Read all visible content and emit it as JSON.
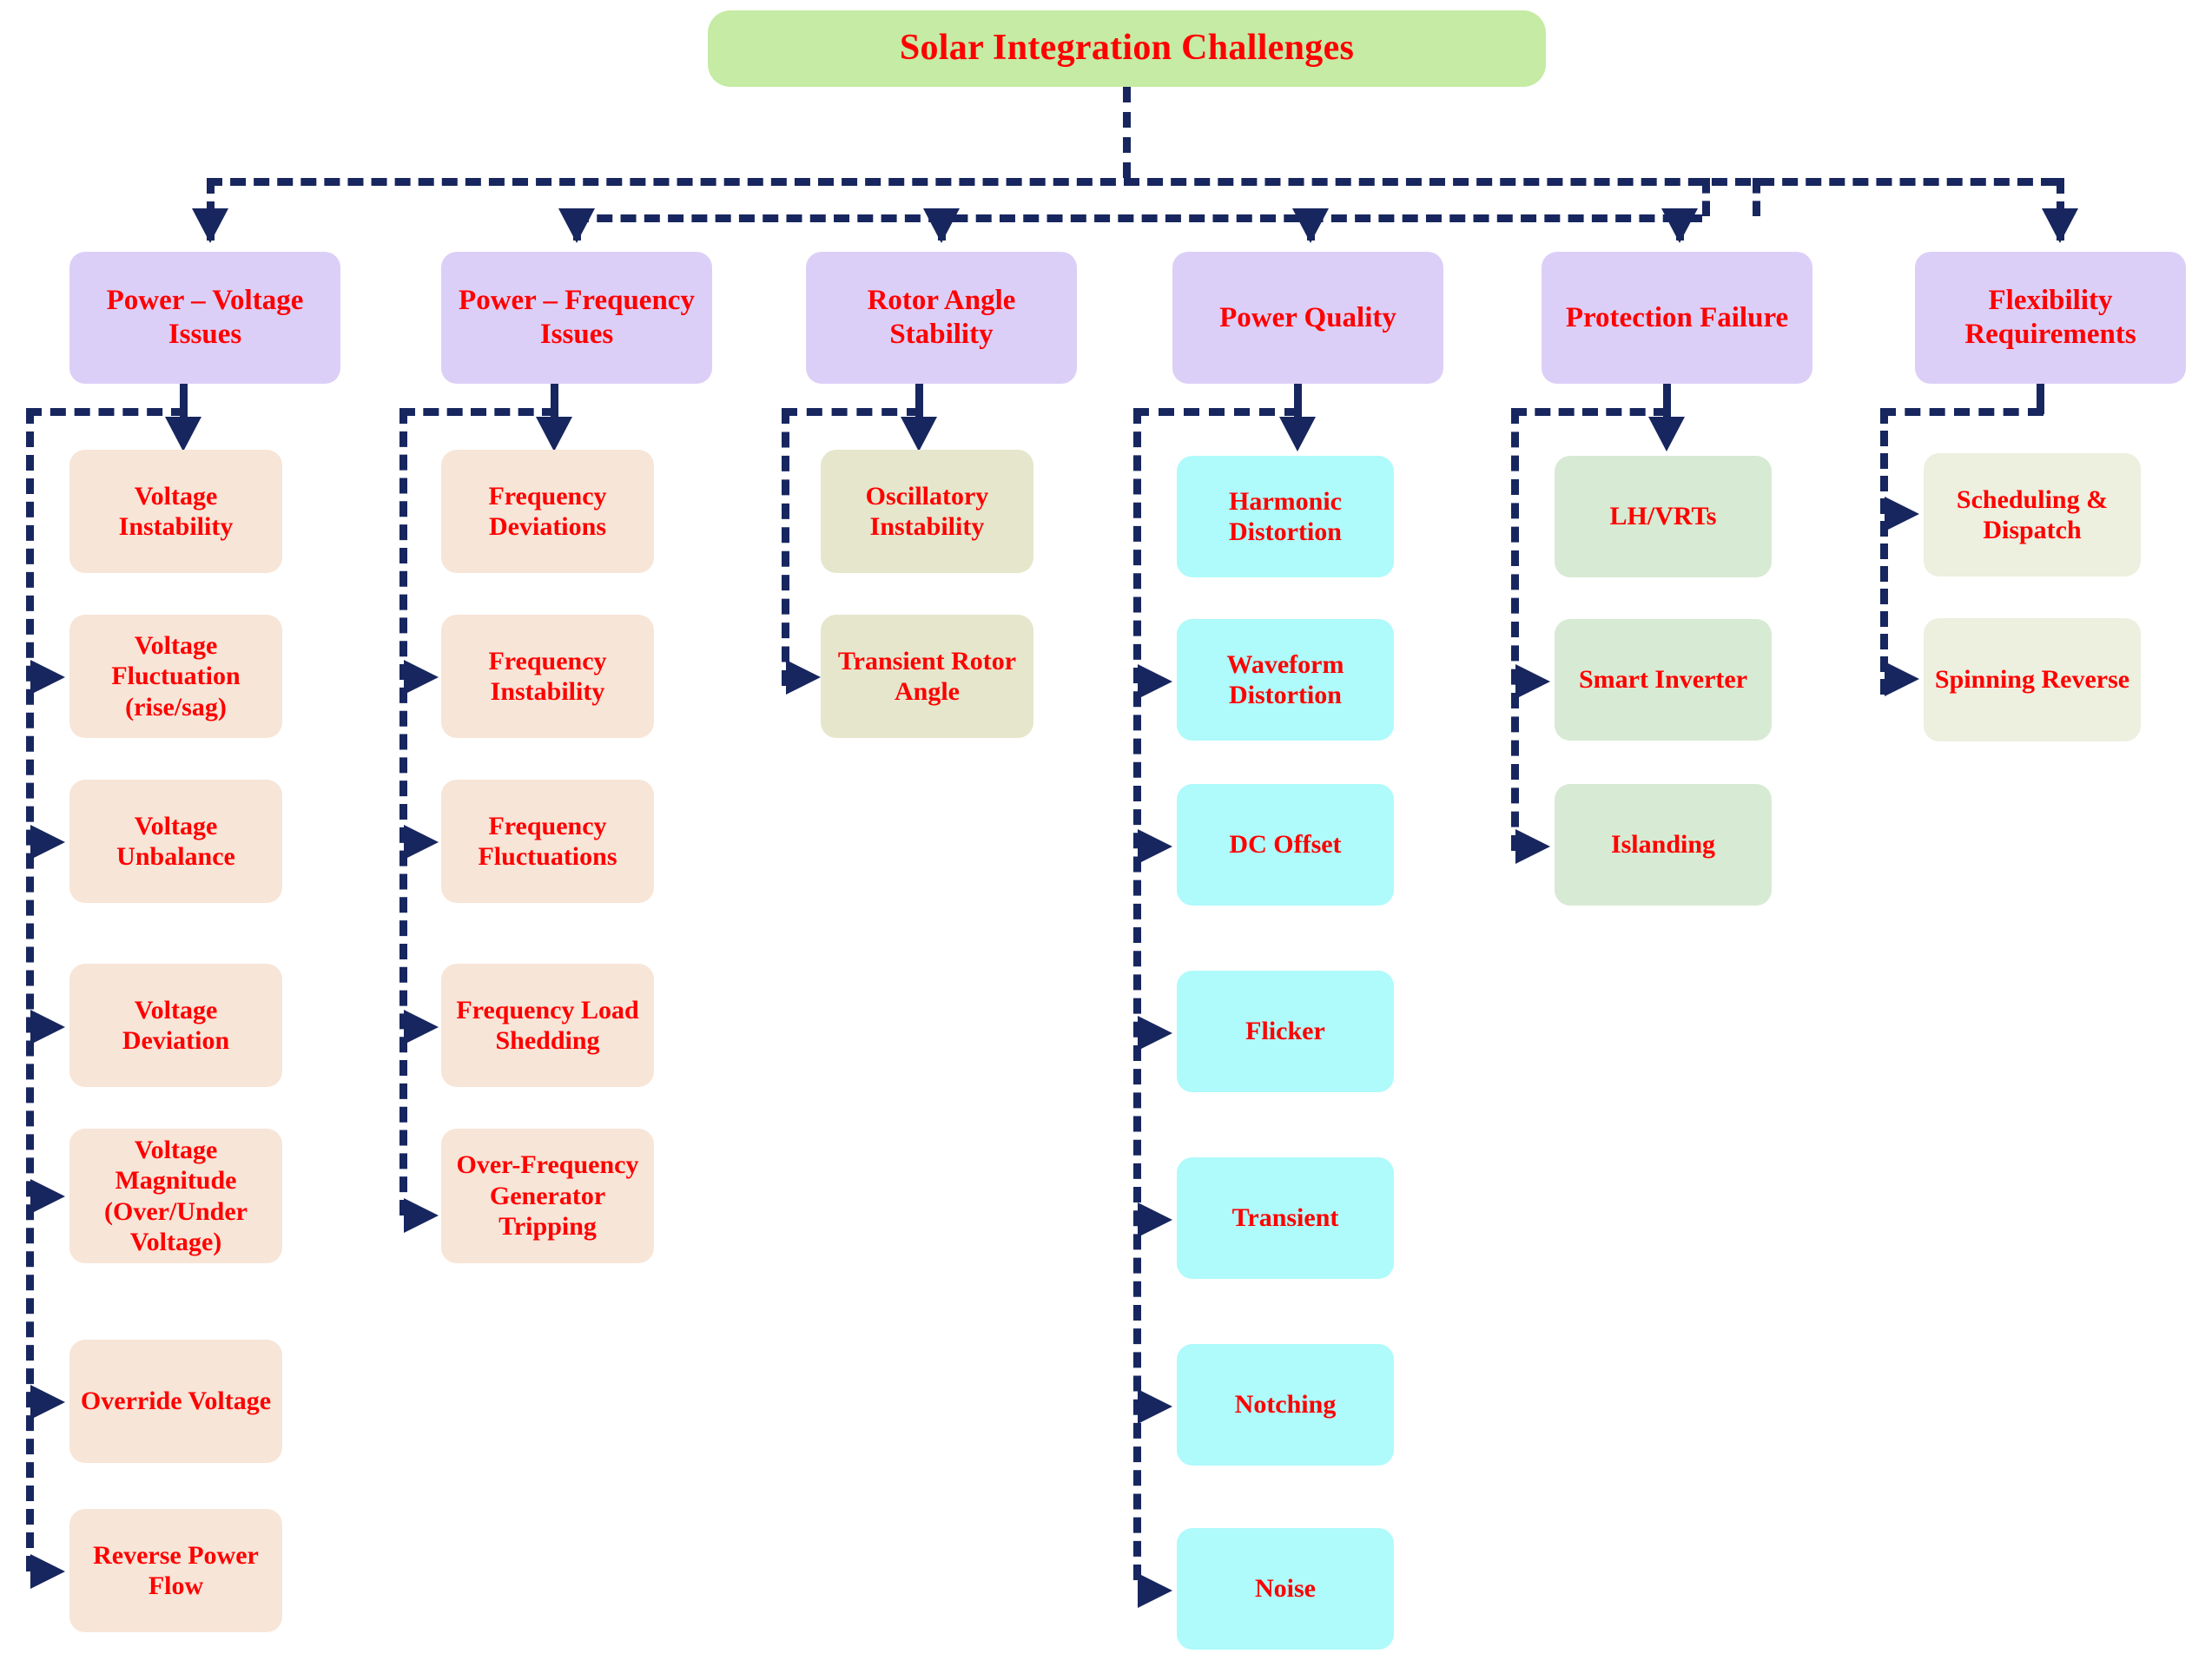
{
  "diagram": {
    "title": "Solar Integration Challenges",
    "type": "hierarchical tree / mind-map",
    "colors": {
      "root_fill": "#C5EBA4",
      "category_fill": "#DCCFF7",
      "text": "#FF0000",
      "connector": "#17265E",
      "leaf_voltage_fill": "#F7E5D7",
      "leaf_frequency_fill": "#F7E5D7",
      "leaf_rotor_fill": "#E6E6CC",
      "leaf_power_quality_fill": "#AFFAFA",
      "leaf_protection_fill": "#D7EAD3",
      "leaf_flexibility_fill": "#EDEFDF",
      "background": "#FFFFFF"
    },
    "root": {
      "label": "Solar Integration Challenges"
    },
    "categories": [
      {
        "id": "power-voltage-issues",
        "label": "Power – Voltage Issues",
        "children": [
          {
            "label": "Voltage Instability"
          },
          {
            "label": "Voltage Fluctuation (rise/sag)"
          },
          {
            "label": "Voltage Unbalance"
          },
          {
            "label": "Voltage Deviation"
          },
          {
            "label": "Voltage Magnitude (Over/Under Voltage)"
          },
          {
            "label": "Override Voltage"
          },
          {
            "label": "Reverse Power Flow"
          }
        ]
      },
      {
        "id": "power-frequency-issues",
        "label": "Power – Frequency Issues",
        "children": [
          {
            "label": "Frequency Deviations"
          },
          {
            "label": "Frequency Instability"
          },
          {
            "label": "Frequency Fluctuations"
          },
          {
            "label": "Frequency Load Shedding"
          },
          {
            "label": "Over-Frequency Generator Tripping"
          }
        ]
      },
      {
        "id": "rotor-angle-stability",
        "label": "Rotor Angle Stability",
        "children": [
          {
            "label": "Oscillatory Instability"
          },
          {
            "label": "Transient Rotor Angle"
          }
        ]
      },
      {
        "id": "power-quality",
        "label": "Power Quality",
        "children": [
          {
            "label": "Harmonic Distortion"
          },
          {
            "label": "Waveform Distortion"
          },
          {
            "label": "DC Offset"
          },
          {
            "label": "Flicker"
          },
          {
            "label": "Transient"
          },
          {
            "label": "Notching"
          },
          {
            "label": "Noise"
          }
        ]
      },
      {
        "id": "protection-failure",
        "label": "Protection Failure",
        "children": [
          {
            "label": "LH/VRTs"
          },
          {
            "label": "Smart Inverter"
          },
          {
            "label": "Islanding"
          }
        ]
      },
      {
        "id": "flexibility-requirements",
        "label": "Flexibility Requirements",
        "children": [
          {
            "label": "Scheduling & Dispatch"
          },
          {
            "label": "Spinning Reverse"
          }
        ]
      }
    ]
  }
}
